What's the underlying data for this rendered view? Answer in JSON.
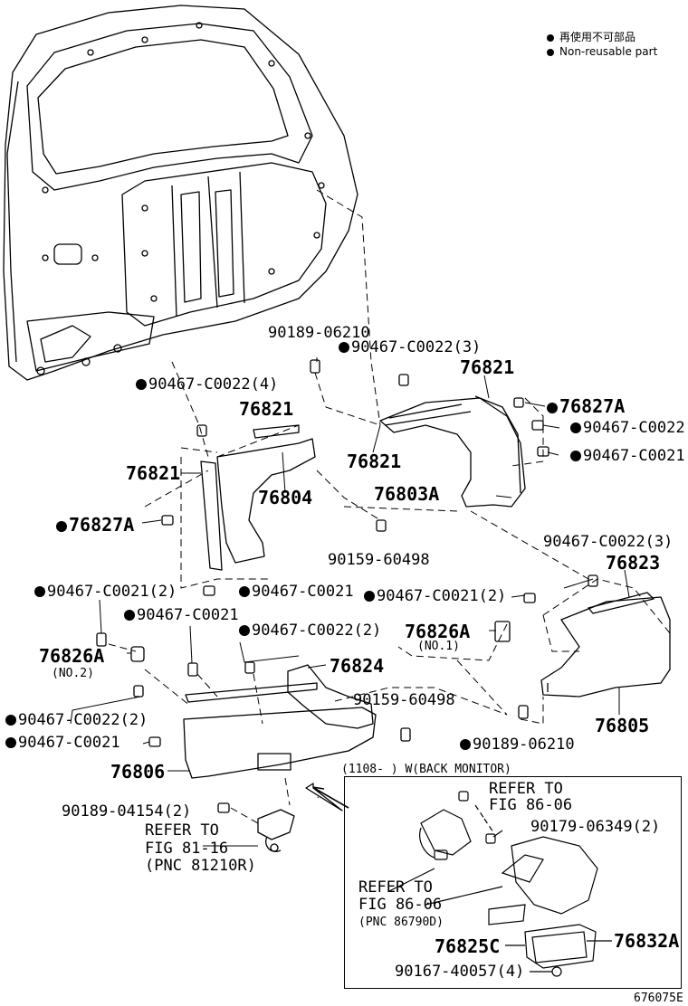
{
  "legend": {
    "line1": "再使用不可部品",
    "line2": "Non-reusable part"
  },
  "labels": {
    "p90189_06210_top": "90189-06210",
    "p90467_c0022_3_top": "90467-C0022(3)",
    "p76821_right": "76821",
    "p90467_c0022_4": "90467-C0022(4)",
    "p76827a_right": "76827A",
    "p76821_mid": "76821",
    "p90467_c0022_right": "90467-C0022",
    "p76821_center": "76821",
    "p90467_c0021_right": "90467-C0021",
    "p76821_left": "76821",
    "p76804": "76804",
    "p76803a": "76803A",
    "p76827a_left": "76827A",
    "p90159_60498_mid": "90159-60498",
    "p90467_c0022_3_low": "90467-C0022(3)",
    "p76823": "76823",
    "p90467_c0021_2_left": "90467-C0021(2)",
    "p90467_c0021_mid": "90467-C0021",
    "p90467_c0021_2_right": "90467-C0021(2)",
    "p90467_c0021_left2": "90467-C0021",
    "p90467_c0022_2": "90467-C0022(2)",
    "p76826a_no1": "76826A",
    "no1": "(NO.1)",
    "p76826a_no2": "76826A",
    "no2": "(NO.2)",
    "p76824": "76824",
    "p90159_60498_low": "90159-60498",
    "p90467_c0022_2_left": "90467-C0022(2)",
    "p76805": "76805",
    "p90467_c0021_left3": "90467-C0021",
    "p90189_06210_low": "90189-06210",
    "p76806": "76806",
    "inset_title": "(1108-    ) W(BACK MONITOR)",
    "p90189_04154_2": "90189-04154(2)",
    "refer_to_1": "REFER TO",
    "fig_81_16": "FIG 81-16",
    "pnc_81210r": "(PNC 81210R)",
    "refer_to_2": "REFER TO",
    "fig_86_06_a": "FIG 86-06",
    "p90179_06349_2": "90179-06349(2)",
    "refer_to_3": "REFER TO",
    "fig_86_06_b": "FIG 86-06",
    "pnc_86790d": "(PNC 86790D)",
    "p76825c": "76825C",
    "p76832a": "76832A",
    "p90167_40057_4": "90167-40057(4)",
    "diagram_id": "676075E"
  }
}
